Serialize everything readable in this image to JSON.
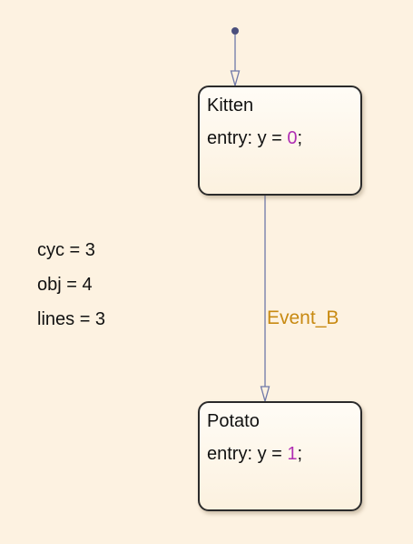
{
  "states": [
    {
      "name": "Kitten",
      "action_prefix": "entry: y = ",
      "action_value": "0",
      "action_suffix": ";"
    },
    {
      "name": "Potato",
      "action_prefix": "entry: y = ",
      "action_value": "1",
      "action_suffix": ";"
    }
  ],
  "transition": {
    "event": "Event_B"
  },
  "info": {
    "cyc": "cyc = 3",
    "obj": "obj = 4",
    "lines": "lines = 3"
  },
  "colors": {
    "background": "#fdf2e1",
    "connector": "#6f78a8",
    "event_text": "#c88a12",
    "numeric_literal": "#b02fb3"
  }
}
